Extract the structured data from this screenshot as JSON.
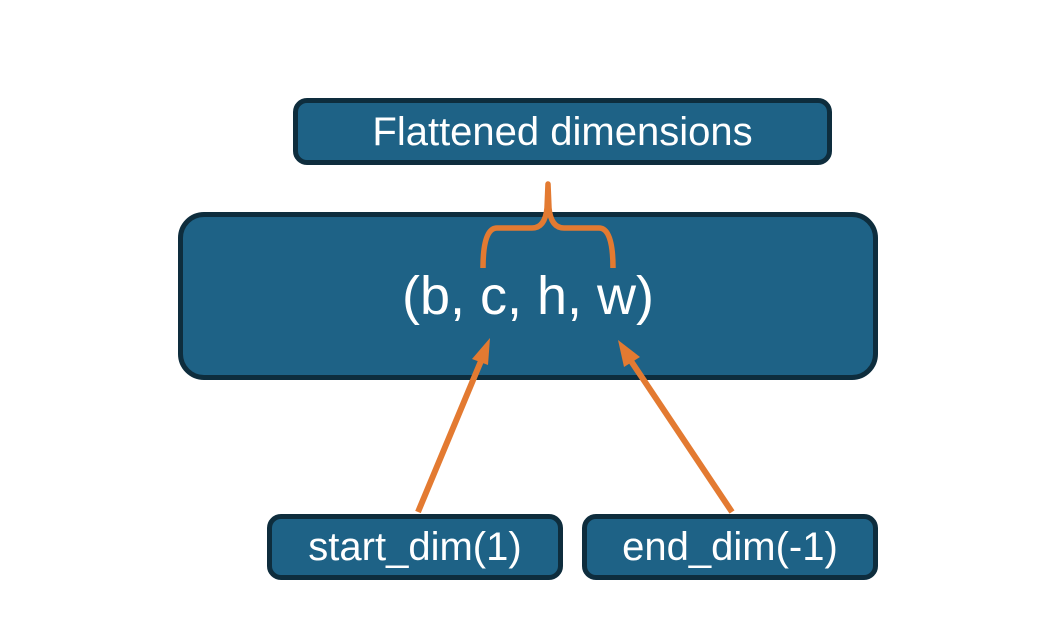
{
  "nodes": {
    "flattened": {
      "label": "Flattened dimensions"
    },
    "tensor": {
      "label": "(b, c, h, w)"
    },
    "start_dim": {
      "label": "start_dim(1)"
    },
    "end_dim": {
      "label": "end_dim(-1)"
    }
  },
  "connectors": [
    {
      "type": "brace",
      "from": "flattened",
      "to": "tensor"
    },
    {
      "type": "arrow",
      "from": "start_dim",
      "to": "tensor"
    },
    {
      "type": "arrow",
      "from": "end_dim",
      "to": "tensor"
    }
  ],
  "colors": {
    "node_fill": "#1E6286",
    "node_border": "#0E2D3D",
    "accent": "#E37A31",
    "text": "#FFFFFF",
    "background": "#FFFFFF"
  }
}
